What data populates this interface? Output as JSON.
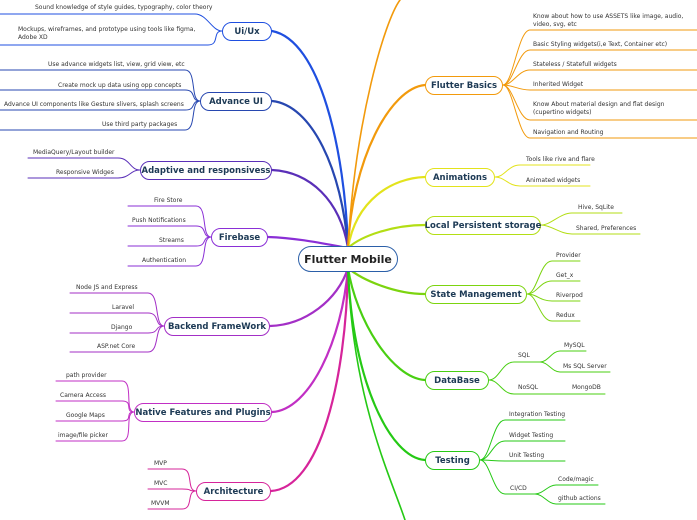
{
  "central": "Flutter Mobile",
  "colors": {
    "center": "#2b5fa8"
  },
  "branches": {
    "uiux": {
      "title": "Ui/Ux",
      "color": "#1f4fe0",
      "items": [
        "Sound knowledge of style guides, typography, color theory",
        "Mockups, wireframes, and prototype using tools like figma, Adobe XD"
      ]
    },
    "advui": {
      "title": "Advance UI",
      "color": "#2747b0",
      "items": [
        "Use advance widgets list, view, grid view, etc",
        "Create mock up data using opp concepts",
        "Advance UI components like Gesture slivers, splash screens",
        "Use third party packages"
      ]
    },
    "adaptive": {
      "title": "Adaptive and responsivess",
      "color": "#5a2fb8",
      "items": [
        "MediaQuery/Layout builder",
        "Responsive Widges"
      ]
    },
    "firebase": {
      "title": "Firebase",
      "color": "#8a2fd6",
      "items": [
        "Fire Store",
        "Push Notifications",
        "Streams",
        "Authentication"
      ]
    },
    "backend": {
      "title": "Backend FrameWork",
      "color": "#a32fc6",
      "items": [
        "Node JS and Express",
        "Laravel",
        "Django",
        "ASP.net Core"
      ]
    },
    "native": {
      "title": "Native Features and Plugins",
      "color": "#c12fc4",
      "items": [
        "path provider",
        "Camera Access",
        "Google Maps",
        "image/file picker"
      ]
    },
    "arch": {
      "title": "Architecture",
      "color": "#d6249a",
      "items": [
        "MVP",
        "MVC",
        "MVVM"
      ]
    },
    "basics": {
      "title": "Flutter Basics",
      "color": "#f29a0c",
      "items": [
        "Know about how to use ASSETS like image, audio, video, svg, etc",
        "Basic Styling widgets(i,e Text, Container etc)",
        "Stateless / Statefull widgets",
        "Inherited Widget",
        "Know About material design and flat design (cupertino widgets)",
        "Navigation and Routing"
      ]
    },
    "anim": {
      "title": "Animations",
      "color": "#e3e31c",
      "items": [
        "Tools like rive and flare",
        "Animated widgets"
      ]
    },
    "local": {
      "title": "Local Persistent storage",
      "color": "#b3de14",
      "items": [
        "Hive, SqLite",
        "Shared, Preferences"
      ]
    },
    "state": {
      "title": "State Management",
      "color": "#7cd40f",
      "items": [
        "Provider",
        "Get_x",
        "Riverpod",
        "Redux"
      ]
    },
    "db": {
      "title": "DataBase",
      "color": "#49cf12",
      "sql": "SQL",
      "nosql": "NoSQL",
      "items": [
        "MySQL",
        "Ms SQL Server",
        "MongoDB"
      ]
    },
    "testing": {
      "title": "Testing",
      "color": "#25c915",
      "cicd": "CI/CD",
      "items": [
        "Integration Testing",
        "Widget Testing",
        "Unit Testing",
        "Code/magic",
        "github actions"
      ]
    }
  }
}
